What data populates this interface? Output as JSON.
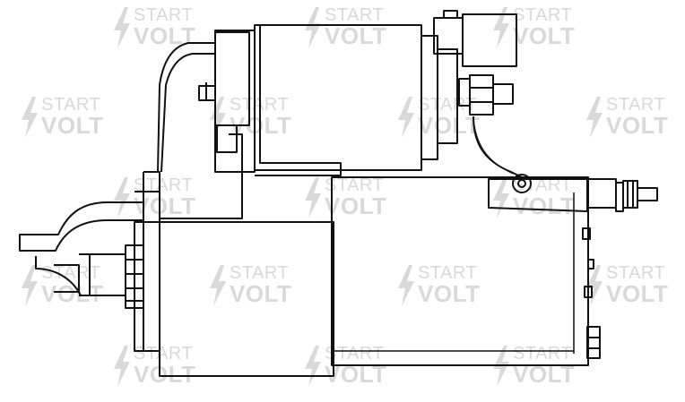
{
  "watermark": {
    "line1": "START",
    "line2": "VOLT",
    "color": "#d9d9d9"
  },
  "drawing": {
    "subject": "starter motor side view line drawing",
    "stroke_color": "#111111",
    "background": "#ffffff"
  }
}
